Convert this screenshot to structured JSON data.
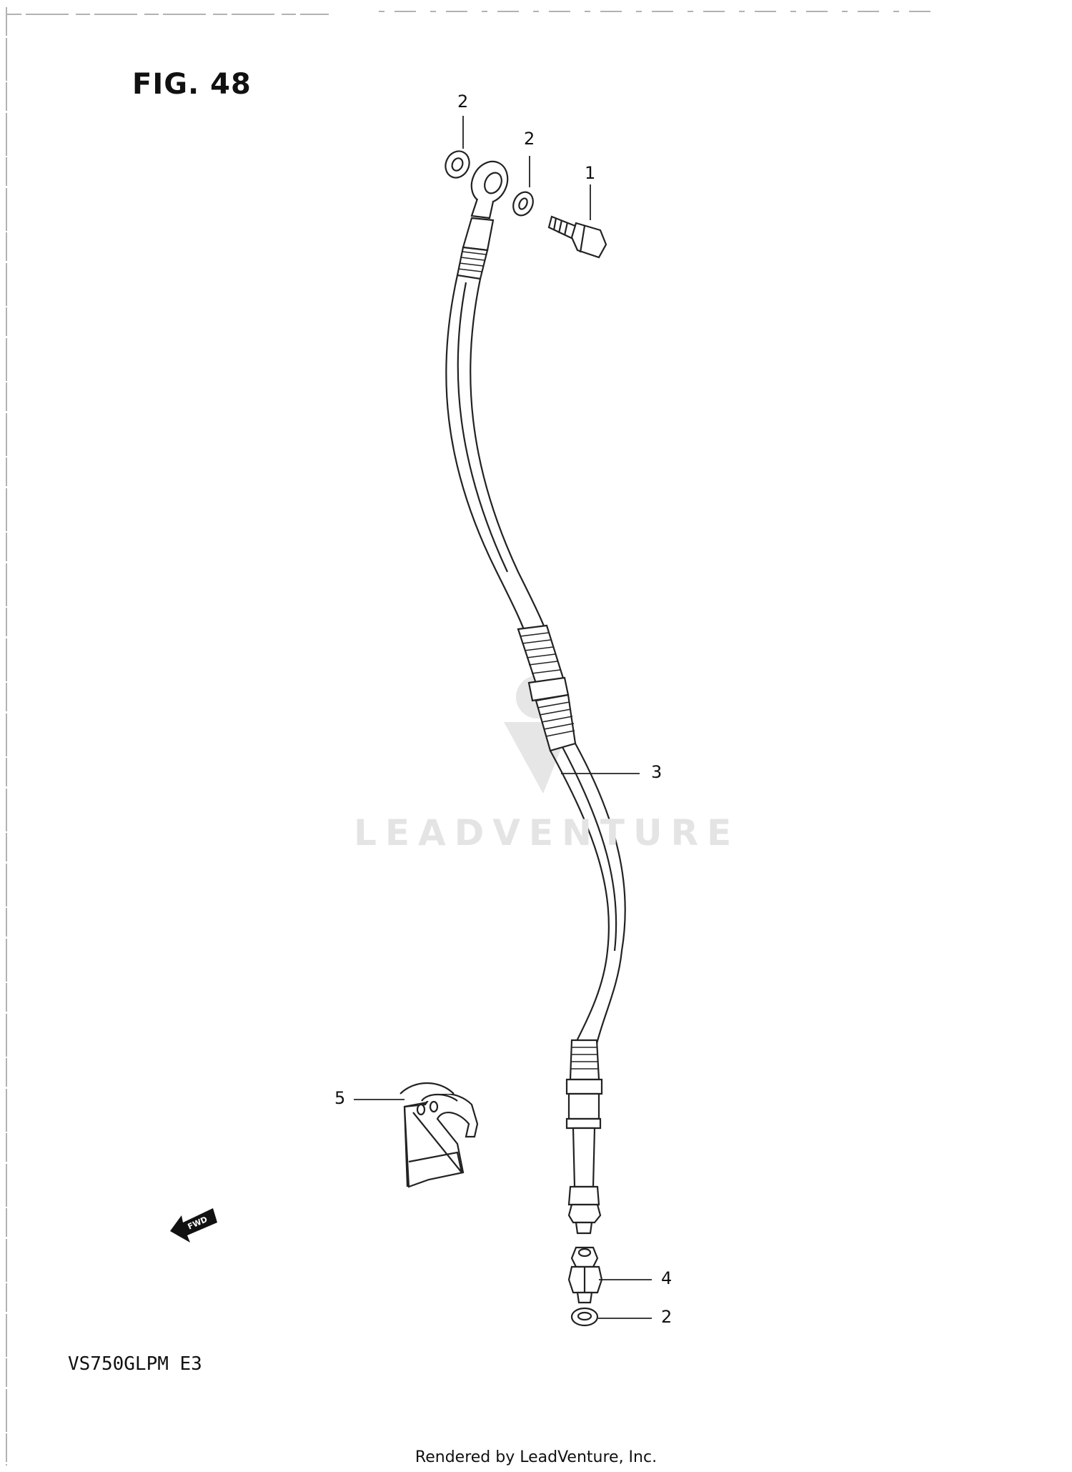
{
  "figure": {
    "title": "FIG. 48",
    "model_code": "VS750GLPM  E3"
  },
  "watermark": {
    "text": "LEADVENTURE"
  },
  "callouts": {
    "washer_top_left": "2",
    "washer_top_right": "2",
    "union_bolt": "1",
    "brake_hose": "3",
    "nut": "4",
    "washer_bottom": "2",
    "clamp": "5"
  },
  "direction_arrow": {
    "label": "FWD"
  },
  "footer": {
    "credit": "Rendered by LeadVenture, Inc."
  },
  "colors": {
    "line": "#222222",
    "watermark": "#e4e4e4"
  }
}
